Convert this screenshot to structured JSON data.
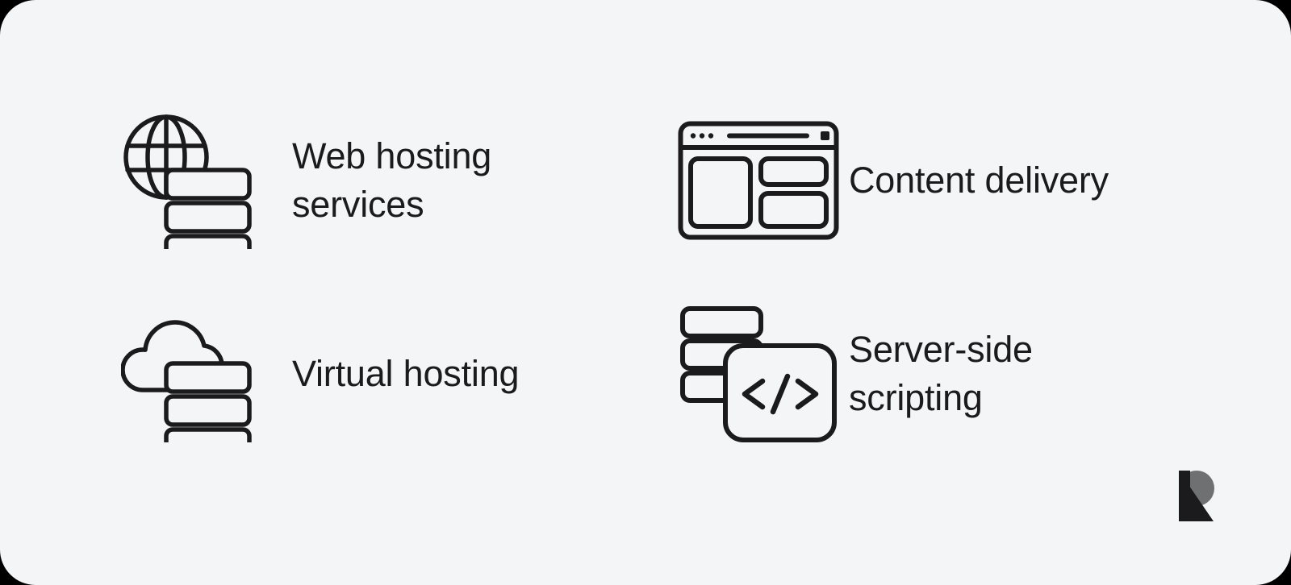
{
  "card": {
    "background_color": "#f4f5f7",
    "outer_background_color": "#000000",
    "corner_radius": "44px"
  },
  "theme": {
    "text_color": "#1b1b1d",
    "icon_stroke_color": "#1b1b1d",
    "logo_dark_color": "#1b1b1d",
    "logo_grey_color": "#6e7072"
  },
  "features": [
    {
      "id": "web-hosting-services",
      "label": "Web hosting\nservices",
      "icon": "globe-server-stack-icon",
      "icon_alt": "Globe in front of a three-tier server stack"
    },
    {
      "id": "content-delivery",
      "label": "Content delivery",
      "icon": "browser-window-layout-icon",
      "icon_alt": "Browser window with dots, address bar and content panels"
    },
    {
      "id": "virtual-hosting",
      "label": "Virtual hosting",
      "icon": "cloud-server-stack-icon",
      "icon_alt": "Cloud in front of a three-tier server stack"
    },
    {
      "id": "server-side-scripting",
      "label": "Server-side\nscripting",
      "icon": "server-stack-code-icon",
      "icon_alt": "Server stack behind a rounded square containing code brackets"
    }
  ],
  "logo": {
    "name": "brand-logo-r",
    "alt": "Stylized letter R brand mark"
  }
}
